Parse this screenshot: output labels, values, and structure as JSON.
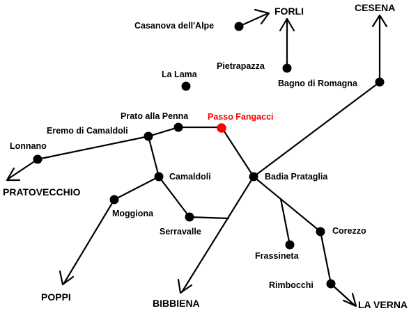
{
  "map": {
    "places": {
      "casanova": "Casanova dell'Alpe",
      "pietrapazza": "Pietrapazza",
      "bagno": "Bagno di Romagna",
      "la_lama": "La Lama",
      "prato": "Prato alla Penna",
      "passo": "Passo Fangacci",
      "eremo": "Eremo di Camaldoli",
      "lonnano": "Lonnano",
      "camaldoli": "Camaldoli",
      "badia": "Badia Prataglia",
      "moggiona": "Moggiona",
      "serravalle": "Serravalle",
      "corezzo": "Corezzo",
      "frassineta": "Frassineta",
      "rimbocchi": "Rimbocchi"
    },
    "destinations": {
      "forli": "FORLI",
      "cesena": "CESENA",
      "pratovecchio": "PRATOVECCHIO",
      "poppi": "POPPI",
      "bibbiena": "BIBBIENA",
      "la_verna": "LA VERNA"
    },
    "colors": {
      "line": "#000000",
      "node": "#000000",
      "highlight": "#ff0000",
      "background": "#ffffff"
    }
  }
}
